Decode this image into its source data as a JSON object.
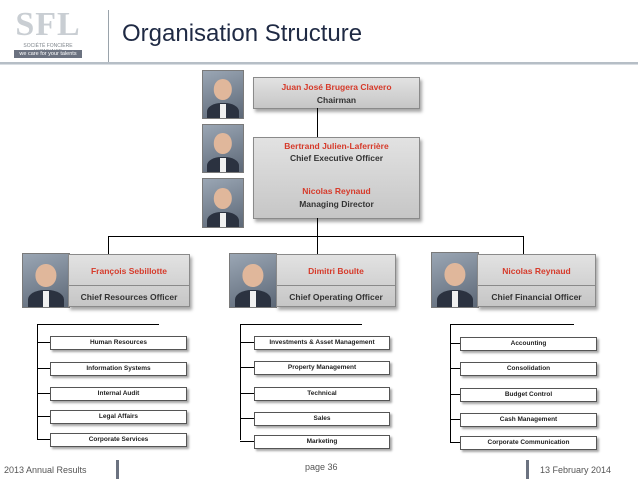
{
  "header": {
    "logo_letters": "SFL",
    "logo_subtitle": "SOCIÉTÉ FONCIÈRE LYONNAISE",
    "logo_tagline": "we care for your talents",
    "title": "Organisation Structure"
  },
  "top": {
    "chairman_name": "Juan José Brugera Clavero",
    "chairman_role": "Chairman",
    "ceo_name": "Bertrand Julien-Laferrière",
    "ceo_role": "Chief Executive Officer",
    "md_name": "Nicolas Reynaud",
    "md_role": "Managing Director"
  },
  "branches": [
    {
      "name": "François Sebillotte",
      "role": "Chief Resources Officer",
      "items": [
        "Human Resources",
        "Information Systems",
        "Internal Audit",
        "Legal Affairs",
        "Corporate Services"
      ]
    },
    {
      "name": "Dimitri Boulte",
      "role": "Chief Operating Officer",
      "items": [
        "Investments & Asset Management",
        "Property Management",
        "Technical",
        "Sales",
        "Marketing"
      ]
    },
    {
      "name": "Nicolas Reynaud",
      "role": "Chief Financial Officer",
      "items": [
        "Accounting",
        "Consolidation",
        "Budget Control",
        "Cash Management",
        "Corporate Communication"
      ]
    }
  ],
  "footer": {
    "left": "2013 Annual Results",
    "center": "page 36",
    "right": "13 February 2014"
  },
  "colors": {
    "name_red": "#d63a2a",
    "title_navy": "#1f2a44",
    "box_grey": "#d4d4d4"
  }
}
